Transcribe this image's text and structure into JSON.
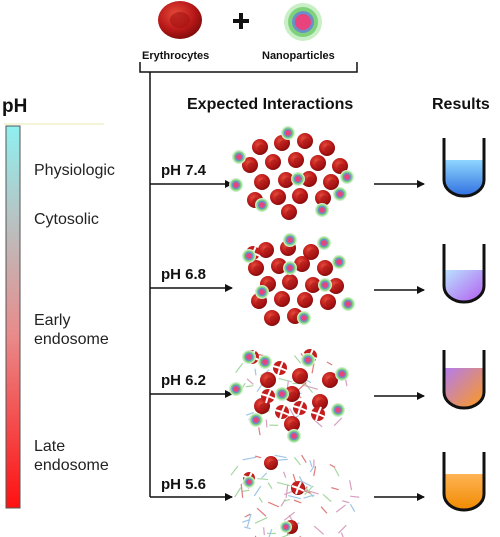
{
  "components": {
    "left_label": "Erythrocytes",
    "plus": "+",
    "right_label": "Nanoparticles"
  },
  "scale": {
    "title": "pH",
    "levels": [
      {
        "label": "Physiologic"
      },
      {
        "label": "Cytosolic"
      },
      {
        "label": "Early endosome"
      },
      {
        "label": "Late endosome"
      }
    ],
    "gradient": [
      "#8ff0f0",
      "#e97f7f",
      "#ff1010"
    ]
  },
  "headers": {
    "interactions": "Expected Interactions",
    "results": "Results"
  },
  "conditions": [
    {
      "ph": "pH 7.4",
      "result_color_top": "#8fd6ff",
      "result_color_bottom": "#2f6fe0"
    },
    {
      "ph": "pH 6.8",
      "result_color_top": "#b9e4ff",
      "result_color_bottom": "#b35cf0"
    },
    {
      "ph": "pH 6.2",
      "result_color_top": "#b27cf0",
      "result_color_bottom": "#ff9a1a"
    },
    {
      "ph": "pH 5.6",
      "result_color_top": "#ffb454",
      "result_color_bottom": "#f08a00"
    }
  ],
  "colors": {
    "erythrocyte": "#b81818",
    "nanoparticle_core": "#e8437c",
    "nanoparticle_shell": "#7fd27a"
  }
}
